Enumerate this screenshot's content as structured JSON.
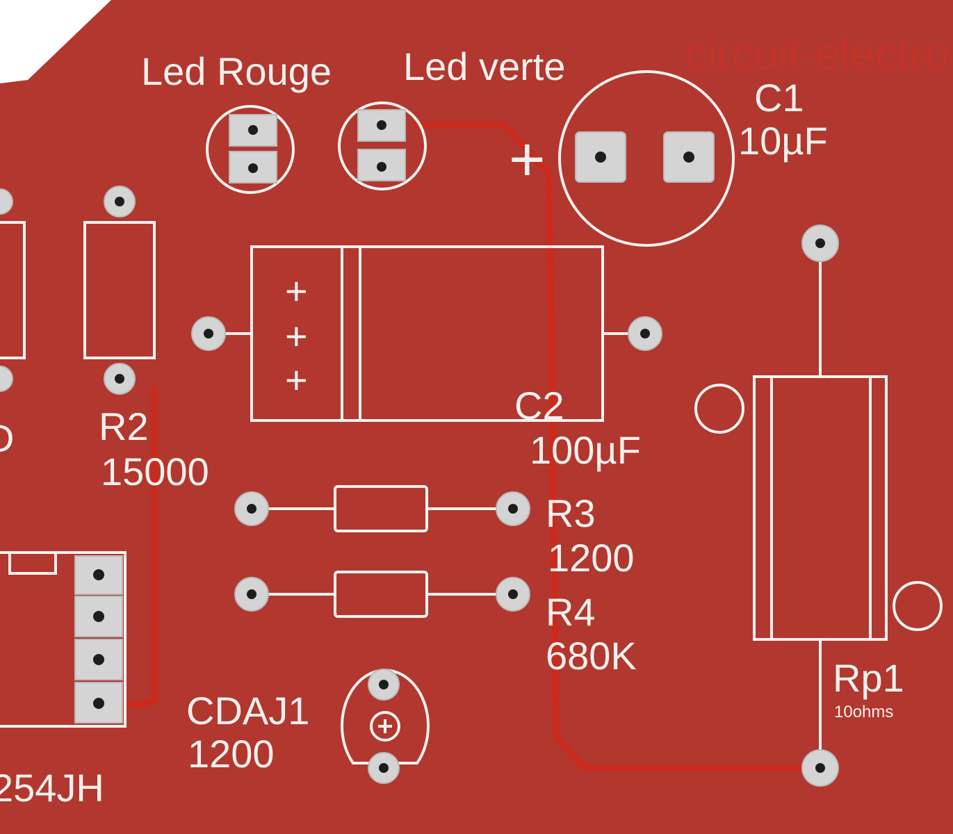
{
  "board": {
    "watermark": "circuit-electro",
    "background_color": "#b2372e",
    "silkscreen_color": "#f3f1ef",
    "pad_color": "#d4d4d4",
    "trace_color": "#cc2a1c"
  },
  "components": {
    "led_red": {
      "label": "Led Rouge"
    },
    "led_green": {
      "label": "Led verte"
    },
    "c1": {
      "ref": "C1",
      "value": "10µF",
      "polarity": "+"
    },
    "c2": {
      "ref": "C2",
      "value": "100µF",
      "marks": [
        "+",
        "+",
        "+"
      ]
    },
    "r2": {
      "ref": "R2",
      "value": "15000"
    },
    "r3": {
      "ref": "R3",
      "value": "1200"
    },
    "r4": {
      "ref": "R4",
      "value": "680K"
    },
    "cdaj1": {
      "ref": "CDAJ1",
      "value": "1200"
    },
    "rp1": {
      "ref": "Rp1",
      "value": "10ohms"
    },
    "left_resistor": {
      "value_fragment": "D"
    },
    "ic": {
      "ref_fragment": "254JH"
    }
  }
}
